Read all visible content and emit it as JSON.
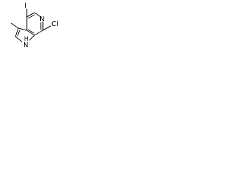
{
  "molecule": {
    "atoms": {
      "iodine": "I",
      "ring_nitrogen": "N",
      "chlorine": "Cl",
      "amine_hydrogen": "H",
      "amine_nitrogen": "N"
    },
    "colors": {
      "bond": "#000000",
      "label": "#000000",
      "background": "#ffffff"
    }
  }
}
